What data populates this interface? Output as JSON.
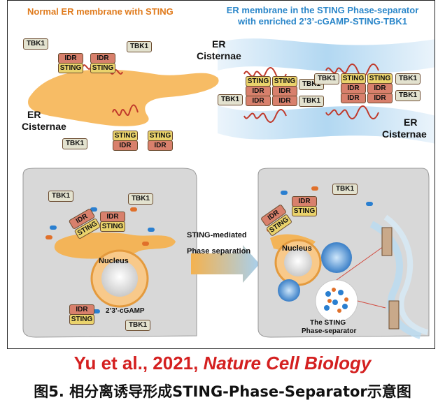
{
  "titles": {
    "left": "Normal ER membrane with STING",
    "right": "ER membrane in the STING Phase-separator with enriched 2’3’-cGAMP-STING-TBK1"
  },
  "labels": {
    "er_cisternae": "ER Cisternae",
    "er": "ER",
    "cisternae": "Cisternae",
    "tbk1": "TBK1",
    "idr": "IDR",
    "sting": "STING",
    "nucleus": "Nucleus",
    "cgamp": "2’3’-cGAMP",
    "arrow_line1": "STING-mediated",
    "arrow_line2": "Phase separation",
    "separator_line1": "The STING",
    "separator_line2": "Phase-separator"
  },
  "caption": {
    "citation_prefix": "Yu et al., 2021, ",
    "journal": "Nature Cell Biology",
    "figure_text": "图5. 相分离诱导形成STING-Phase-Separator示意图"
  },
  "colors": {
    "orange_title": "#e07b1d",
    "blue_title": "#2a86c9",
    "er_orange": "#f6b04a",
    "idr": "#d8806c",
    "sting": "#ead36c",
    "tbk1": "#e3e2cf",
    "cell": "#d8d8d8",
    "caption_red": "#d42020"
  }
}
